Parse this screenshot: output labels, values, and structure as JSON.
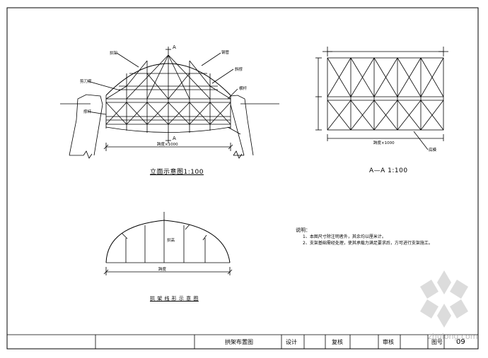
{
  "elevation": {
    "title": "立面示意图",
    "scale": "1:100",
    "section_mark": "A",
    "callouts": [
      "拱架",
      "剪刀撑",
      "钢管",
      "斜撑",
      "横杆",
      "撑杆"
    ],
    "span_label": "跨度×1000"
  },
  "section_aa": {
    "title": "A—A 1:100",
    "callouts": [
      "底模"
    ],
    "width_label": "跨度×1000"
  },
  "arch_detail": {
    "title": "拱 架 线 形 示 意 图",
    "dims": [
      "拱高",
      "跨度"
    ]
  },
  "notes": {
    "heading": "说明：",
    "lines": [
      "1、本图尺寸除注明者外，其余均以厘米计。",
      "2、支架基础需经处理，使其承载力满足要求后，方可进行支架施工。"
    ]
  },
  "title_block": {
    "drawing_name": "拱架布置图",
    "design_label": "设计",
    "review_label": "复核",
    "approve_label": "审核",
    "sheet_label": "图号",
    "sheet_no": "09"
  },
  "watermark": "zhulong.com"
}
